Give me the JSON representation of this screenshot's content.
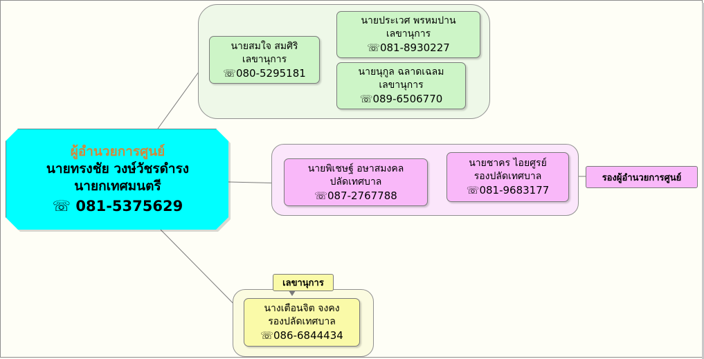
{
  "root": {
    "title": "ผู้อำนวยการศูนย์",
    "name": "นายทรงชัย  วงษ์วัชรดำรง",
    "position": "นายกเทศมนตรี",
    "phone": "081-5375629"
  },
  "branches": {
    "secretaries": {
      "lead": {
        "name": "นายสมใจ  สมศิริ",
        "role": "เลขานุการ",
        "phone": "080-5295181"
      },
      "sub": [
        {
          "name": "นายประเวศ  พรหมปาน",
          "role": "เลขานุการ",
          "phone": "081-8930227"
        },
        {
          "name": "นายนุกูล  ฉลาดเฉลม",
          "role": "เลขานุการ",
          "phone": "089-6506770"
        }
      ]
    },
    "deputies": {
      "lead": {
        "name": "นายพิเชษฐ์  อษาสมงคล",
        "role": "ปลัดเทศบาล",
        "phone": "087-2767788"
      },
      "sub": {
        "name": "นายชาคร  ไอยศูรย์",
        "role": "รองปลัดเทศบาล",
        "phone": "081-9683177"
      },
      "tag": "รองผู้อำนวยการศูนย์"
    },
    "secretary_tag": {
      "callout": "เลขานุการ",
      "member": {
        "name": "นางเตือนจิต  จงคง",
        "role": "รองปลัดเทศบาล",
        "phone": "086-6844434"
      }
    }
  },
  "icons": {
    "phone": "phone-icon"
  },
  "colors": {
    "root": "#00ffff",
    "root_title": "#d4883a",
    "green_node": "#cdf5c7",
    "green_group": "#eef8e8",
    "pink_node": "#f9b8f9",
    "pink_group": "#fbe6fb",
    "yellow_node": "#fafaa8",
    "yellow_group": "#fbfbe0"
  }
}
